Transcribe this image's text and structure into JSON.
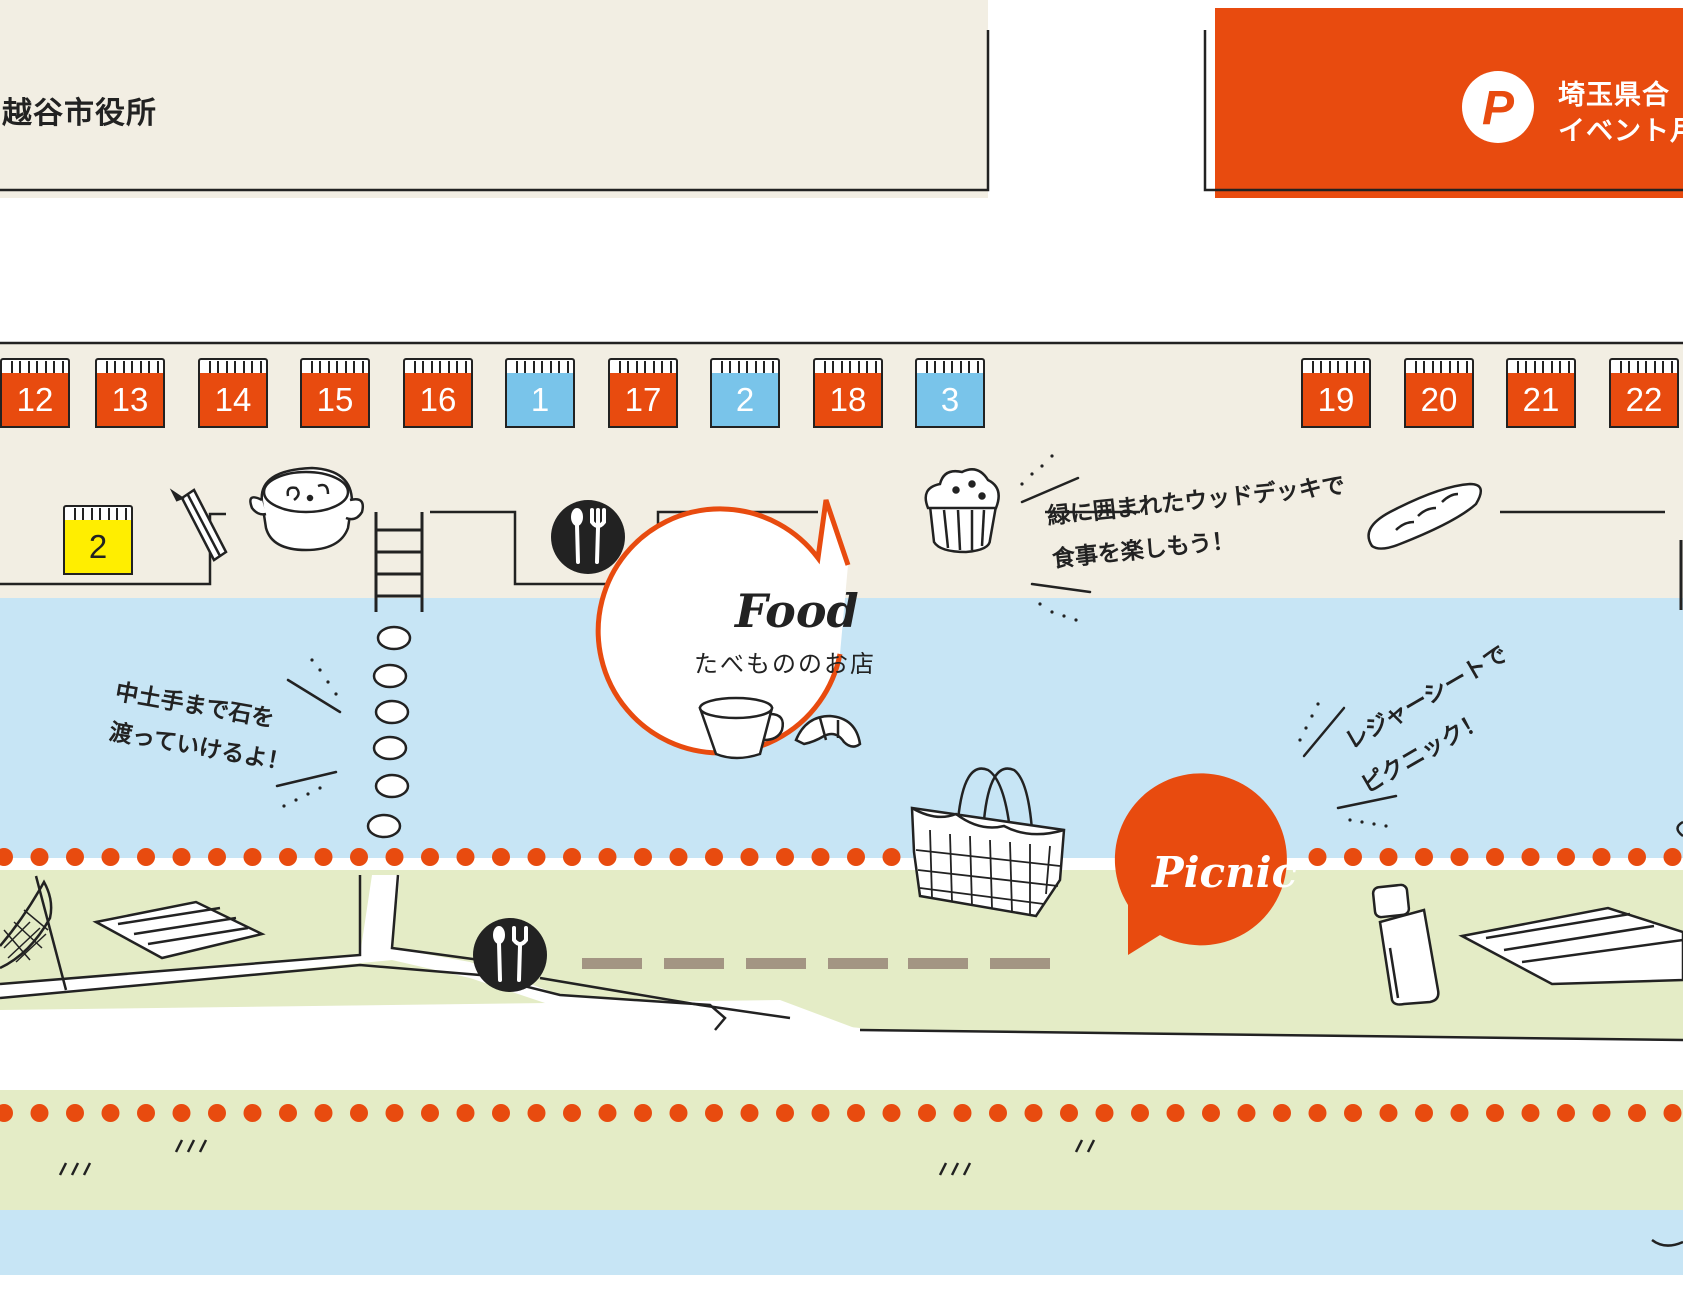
{
  "city_hall": {
    "label": "越谷市役所"
  },
  "parking": {
    "icon": "parking-icon",
    "letter": "P",
    "line1": "埼玉県合",
    "line2": "イベント月"
  },
  "booths_top": [
    {
      "num": "12",
      "kind": "orange"
    },
    {
      "num": "13",
      "kind": "orange"
    },
    {
      "num": "14",
      "kind": "orange"
    },
    {
      "num": "15",
      "kind": "orange"
    },
    {
      "num": "16",
      "kind": "orange"
    },
    {
      "num": "1",
      "kind": "blue"
    },
    {
      "num": "17",
      "kind": "orange"
    },
    {
      "num": "2",
      "kind": "blue"
    },
    {
      "num": "18",
      "kind": "orange"
    },
    {
      "num": "3",
      "kind": "blue"
    },
    {
      "num": "19",
      "kind": "orange"
    },
    {
      "num": "20",
      "kind": "orange"
    },
    {
      "num": "21",
      "kind": "orange"
    },
    {
      "num": "22",
      "kind": "orange"
    }
  ],
  "booth_yellow": {
    "num": "2",
    "kind": "yellow"
  },
  "food_bubble": {
    "title": "Food",
    "subtitle": "たべもののお店"
  },
  "picnic_bubble": {
    "title": "Picnic"
  },
  "notes": {
    "deck_line1": "緑に囲まれたウッドデッキで",
    "deck_line2": "食事を楽しもう！",
    "stone_line1": "中土手まで石を",
    "stone_line2": "渡っていけるよ！",
    "picnic_line1": "レジャーシートで",
    "picnic_line2": "ピクニック！"
  },
  "colors": {
    "orange": "#e84b0f",
    "blue": "#79c4ea",
    "yellow": "#ffee00",
    "beige": "#f2eee3",
    "water": "#c7e5f5",
    "grass": "#e4ecc6",
    "dash": "#a39583",
    "ink": "#222222"
  },
  "icons": [
    "cutlery-icon",
    "pencil-icon",
    "pot-icon",
    "ladder-icon",
    "muffin-icon",
    "baguette-icon",
    "cup-icon",
    "croissant-icon",
    "basket-icon",
    "bottle-icon",
    "blanket-icon",
    "hammock-icon",
    "stepping-stones-icon"
  ]
}
